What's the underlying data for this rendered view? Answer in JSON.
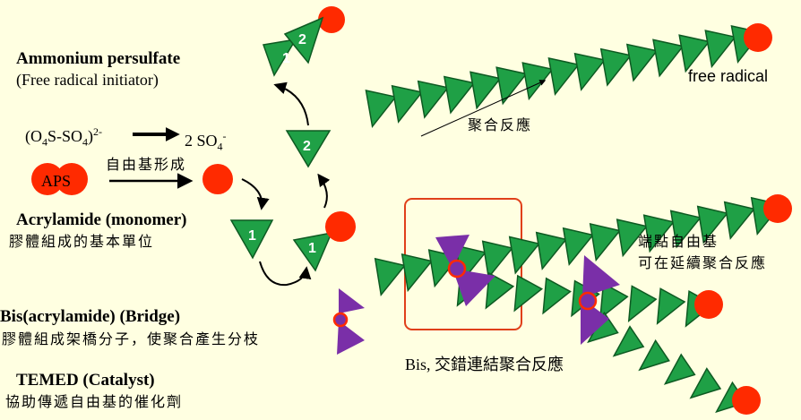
{
  "labels": {
    "ammonium_title": "Ammonium persulfate",
    "ammonium_sub": "(Free radical initiator)",
    "reaction_lhs": "(O4S-SO4)2-",
    "reaction_rhs": "2 SO4-",
    "aps": "APS",
    "radical_formation": "自由基形成",
    "acrylamide_title": "Acrylamide (monomer)",
    "acrylamide_sub": "膠體組成的基本單位",
    "bis_title": "Bis(acrylamide) (Bridge)",
    "bis_sub": "膠體組成架橋分子，使聚合產生分枝",
    "temed_title": "TEMED (Catalyst)",
    "temed_sub": "協助傳遞自由基的催化劑",
    "free_radical": "free radical",
    "polymerization": "聚合反應",
    "end_radical_line1": "端點自由基",
    "end_radical_line2": "可在延續聚合反應",
    "bis_crosslink": "Bis, 交錯連結聚合反應",
    "marker_1": "1",
    "marker_2": "2"
  },
  "colors": {
    "background": "#ffffe1",
    "monomer_fill": "#1fa046",
    "monomer_stroke": "#0e5a22",
    "radical": "#ff2a00",
    "bis": "#7a2fa8",
    "highlight_box": "#e0401a"
  }
}
